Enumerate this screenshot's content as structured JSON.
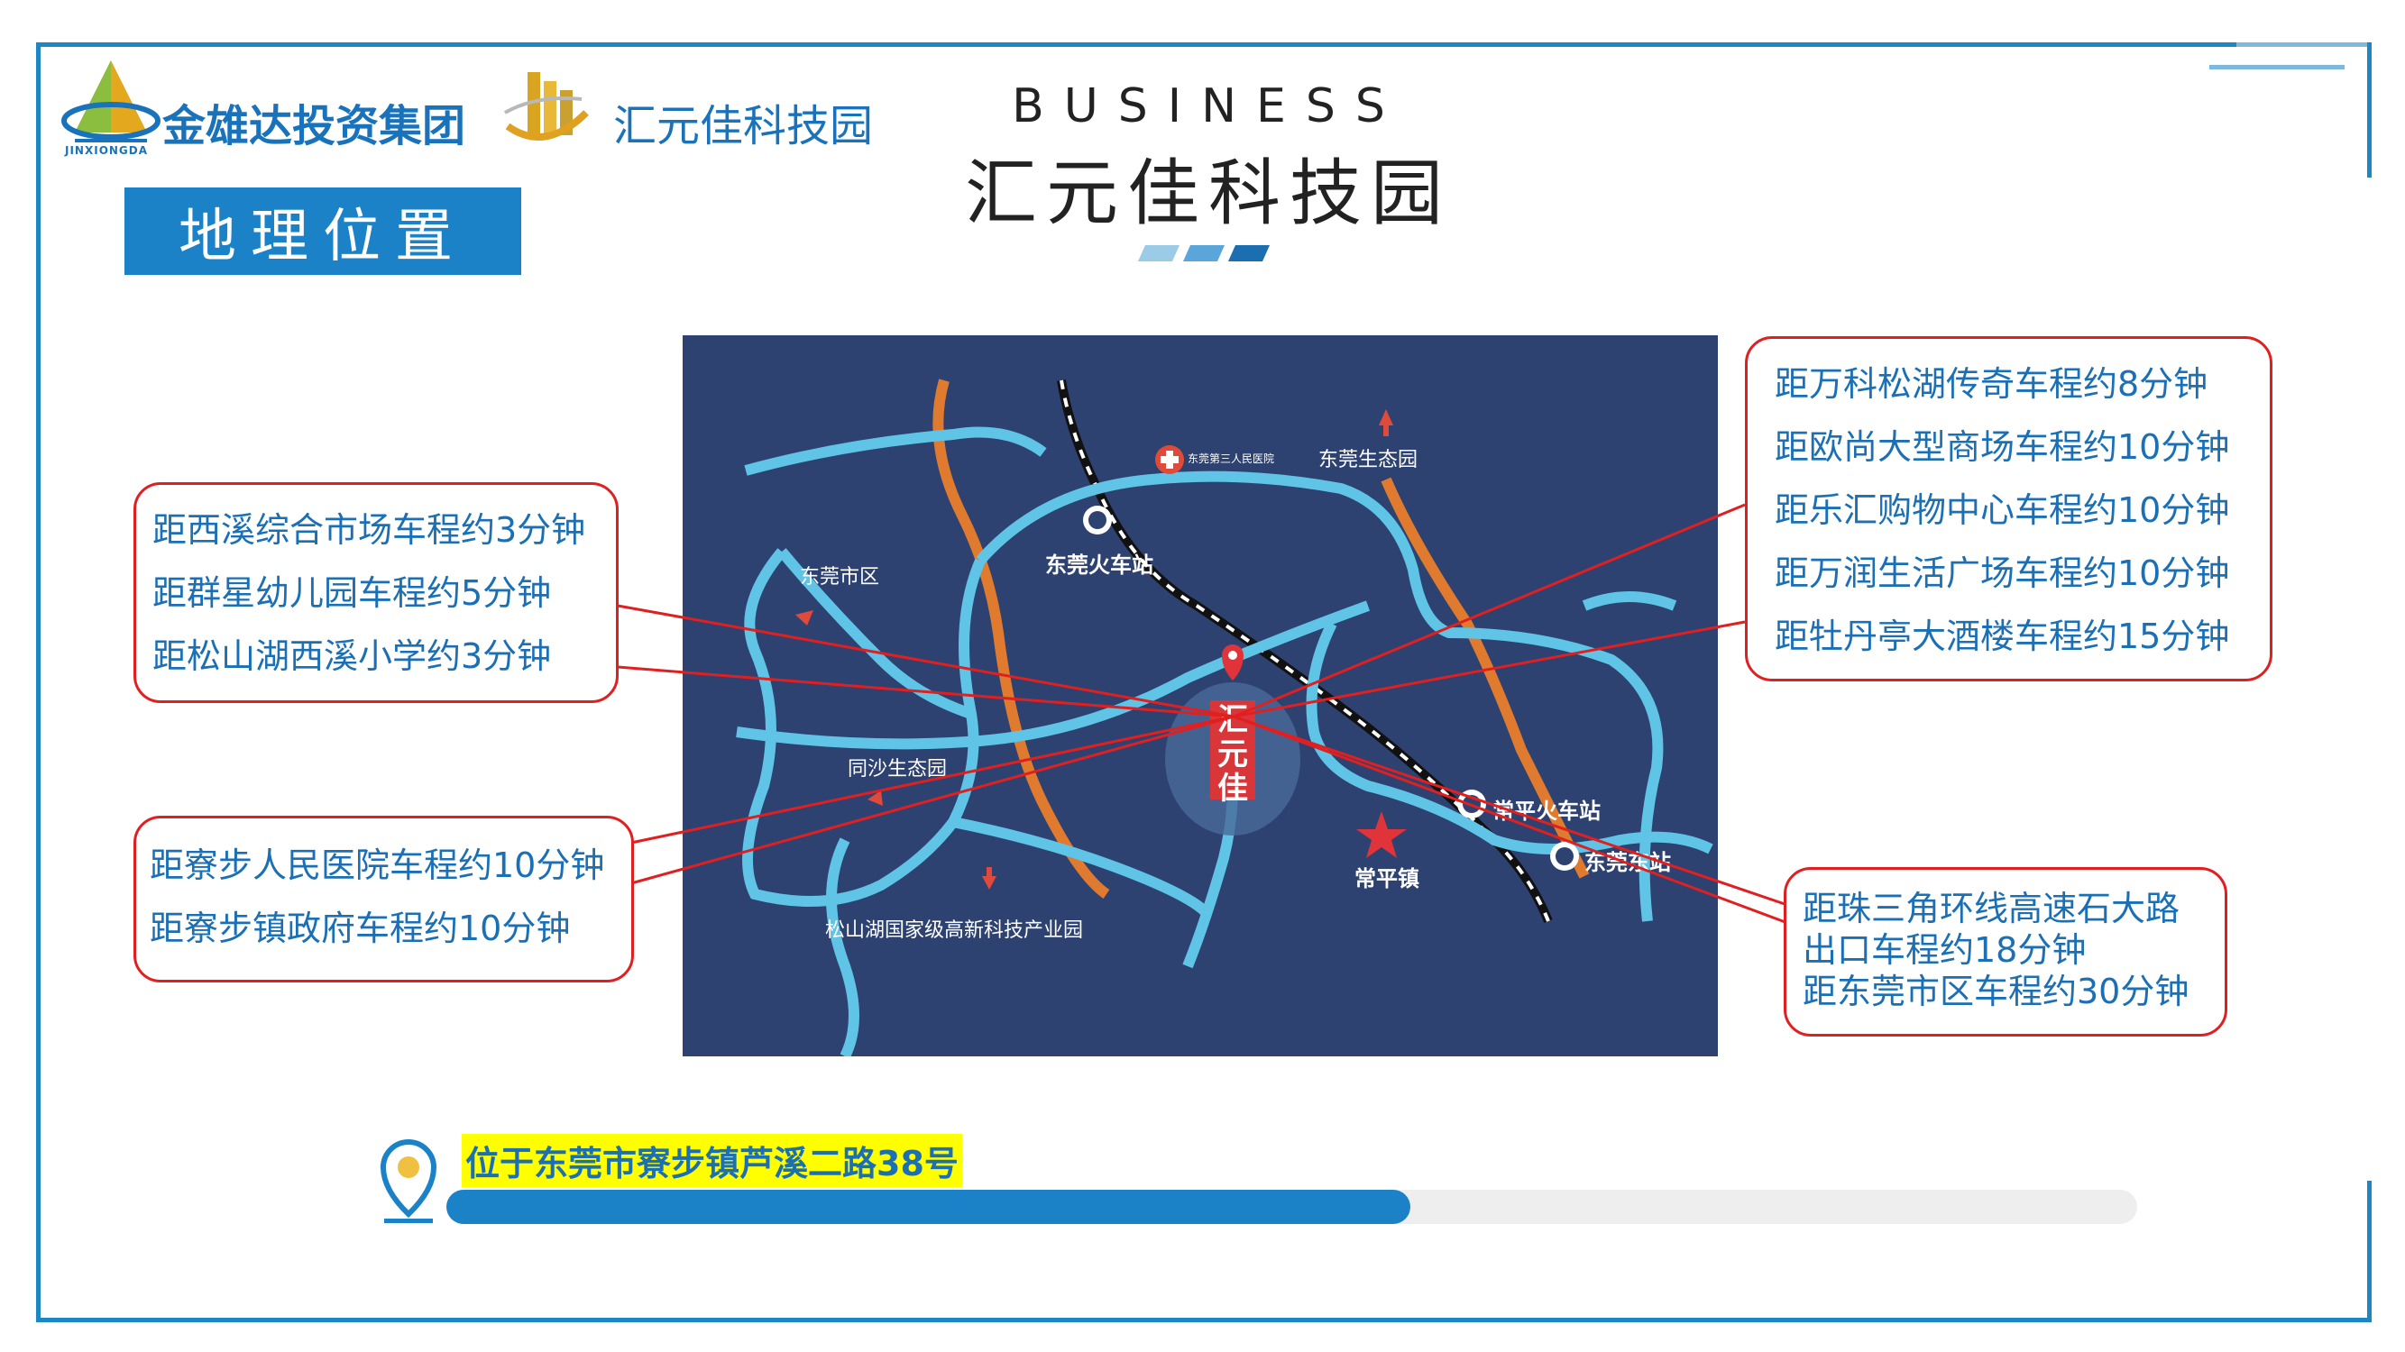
{
  "header": {
    "group_name": "金雄达投资集团",
    "group_logo_caption": "JINXIONGDA",
    "park_name": "汇元佳科技园",
    "section_tag": "地理位置",
    "eyebrow": "BUSINESS",
    "title": "汇元佳科技园"
  },
  "map": {
    "center_label": "汇元佳",
    "places": {
      "dongguan_city": "东莞市区",
      "eco_park": "东莞生态园",
      "hospital": "东莞第三人民医院",
      "train_station": "东莞火车站",
      "tongsha": "同沙生态园",
      "songshan": "松山湖国家级高新科技产业园",
      "changping_station": "常平火车站",
      "dongguan_east": "东莞东站",
      "changping_town": "常平镇"
    }
  },
  "callouts": {
    "left_top": [
      "距西溪综合市场车程约3分钟",
      "距群星幼儿园车程约5分钟",
      "距松山湖西溪小学约3分钟"
    ],
    "left_bottom": [
      "距寮步人民医院车程约10分钟",
      "距寮步镇政府车程约10分钟"
    ],
    "right_top": [
      "距万科松湖传奇车程约8分钟",
      "距欧尚大型商场车程约10分钟",
      "距乐汇购物中心车程约10分钟",
      "距万润生活广场车程约10分钟",
      "距牡丹亭大酒楼车程约15分钟"
    ],
    "right_bottom": [
      "距珠三角环线高速石大路",
      "出口车程约18分钟",
      "距东莞市区车程约30分钟"
    ]
  },
  "footer": {
    "address": "位于东莞市寮步镇芦溪二路38号",
    "progress": 0.57
  },
  "colors": {
    "accent": "#1b82c8",
    "callout_border": "#e02020",
    "callout_text": "#1a6fb5",
    "map_bg": "#2d4270",
    "road": "#5fc4e6",
    "highway": "#e07a2e"
  }
}
